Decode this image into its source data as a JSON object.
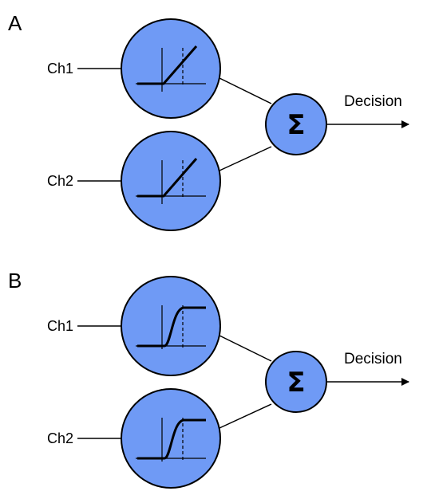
{
  "panels": [
    {
      "letter": "A",
      "activation": "linear-rectifier",
      "inputs": [
        "Ch1",
        "Ch2"
      ],
      "sum_symbol": "Σ",
      "output_label": "Decision"
    },
    {
      "letter": "B",
      "activation": "sigmoid",
      "inputs": [
        "Ch1",
        "Ch2"
      ],
      "sum_symbol": "Σ",
      "output_label": "Decision"
    }
  ],
  "colors": {
    "node_fill": "#6f9af5",
    "stroke": "#000000"
  }
}
